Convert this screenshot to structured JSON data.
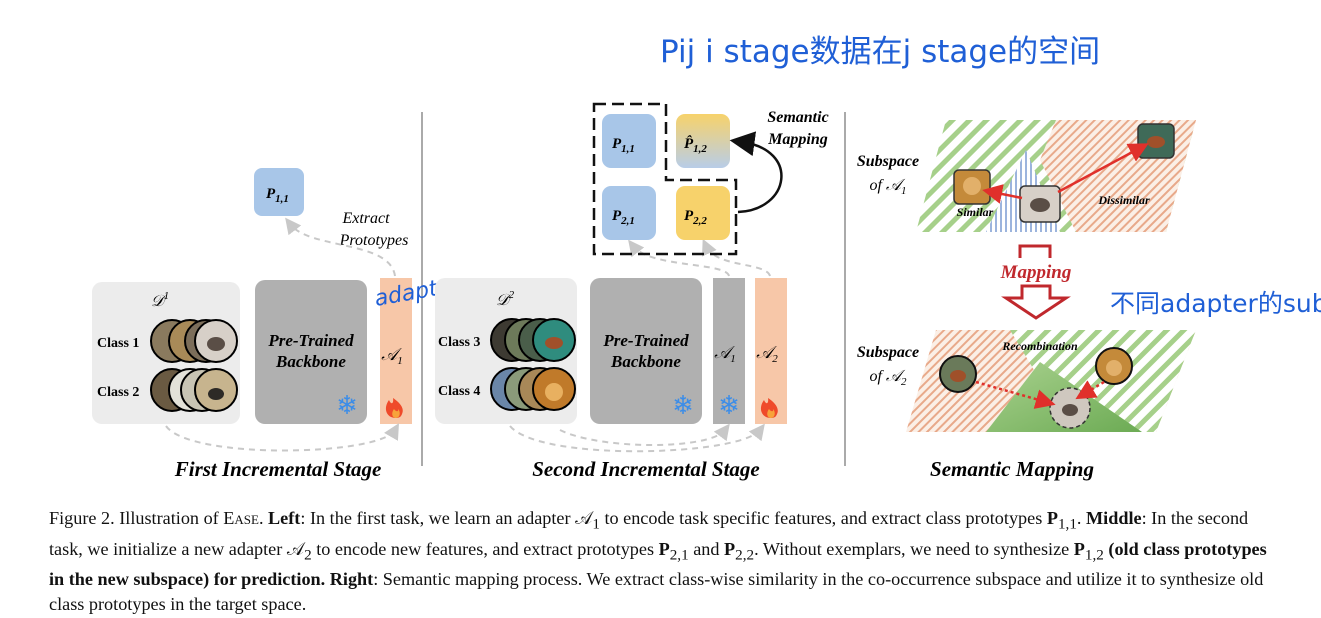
{
  "figure": {
    "stage_titles": [
      "First Incremental Stage",
      "Second Incremental Stage",
      "Semantic Mapping"
    ],
    "first": {
      "dataset": "𝒟",
      "dataset_sup": "1",
      "class_labels": [
        "Class 1",
        "Class 2"
      ],
      "backbone": [
        "Pre-Trained",
        "Backbone"
      ],
      "adapter": "𝒜",
      "adapter_sub": "1",
      "prototype": "P",
      "prototype_sub": "1,1",
      "extract": [
        "Extract",
        "Prototypes"
      ],
      "handwritten_adapter": "adapter"
    },
    "second": {
      "dataset": "𝒟",
      "dataset_sup": "2",
      "class_labels": [
        "Class 3",
        "Class 4"
      ],
      "backbone": [
        "Pre-Trained",
        "Backbone"
      ],
      "adapters": [
        {
          "name": "𝒜",
          "sub": "1"
        },
        {
          "name": "𝒜",
          "sub": "2"
        }
      ],
      "prototypes": [
        {
          "name": "P",
          "sub": "1,1",
          "color": "#a8c6e8"
        },
        {
          "name": "P̂",
          "sub": "1,2",
          "color": "gradient"
        },
        {
          "name": "P",
          "sub": "2,1",
          "color": "#a8c6e8"
        },
        {
          "name": "P",
          "sub": "2,2",
          "color": "#f7d26b"
        }
      ],
      "semantic_mapping": [
        "Semantic",
        "Mapping"
      ],
      "handwritten_note": "Pij i stage数据在j stage的空间"
    },
    "right": {
      "subspace1": [
        "Subspace",
        "of 𝒜",
        "1"
      ],
      "subspace2": [
        "Subspace",
        "of 𝒜",
        "2"
      ],
      "similar": "Similar",
      "dissimilar": "Dissimilar",
      "mapping": "Mapping",
      "recombination": "Recombination",
      "handwritten_note": "不同adapter的subspace"
    },
    "colors": {
      "blue_proto": "#a8c6e8",
      "yellow_proto": "#f7d26b",
      "adapter_orange": "#f7c7a8",
      "backbone_gray": "#b0b0b0",
      "panel_gray": "#ececec",
      "mapping_red": "#c0282d",
      "ink_blue": "#1f5fd6"
    }
  },
  "caption": {
    "fig_label": "Figure 2. Illustration of ",
    "method": "Ease",
    "p1": ". ",
    "left_label": "Left",
    "left_text": ": In the first task, we learn an adapter 𝒜",
    "left_sub": "1",
    "left_text2": " to encode task specific features, and extract class prototypes ",
    "p11": "P",
    "p11_sub": "1,1",
    "p2": ". ",
    "middle_label": "Middle",
    "middle_text": ": In the second task, we initialize a new adapter 𝒜",
    "middle_sub": "2",
    "middle_text2": " to encode new features, and extract prototypes ",
    "p21": "P",
    "p21_sub": "2,1",
    "and": " and ",
    "p22": "P",
    "p22_sub": "2,2",
    "middle_text3": ". Without exemplars, we need to synthesize ",
    "p12": "P",
    "p12_sub": "1,2",
    "bold_note": " (old class prototypes in the new subspace) for prediction.",
    "right_label": " Right",
    "right_text": ": Semantic mapping process. We extract class-wise similarity in the co-occurrence subspace and utilize it to synthesize old class prototypes in the target space."
  }
}
